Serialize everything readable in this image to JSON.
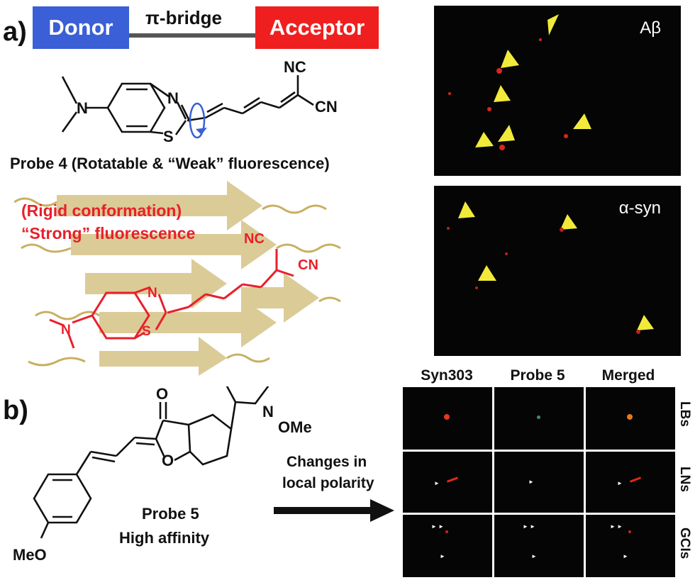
{
  "panel_a": {
    "label": "a)",
    "donor": "Donor",
    "bridge": "π-bridge",
    "acceptor": "Acceptor",
    "probe4_caption": "Probe 4 (Rotatable & “Weak” fluorescence)",
    "rigid_line1": "(Rigid conformation)",
    "rigid_line2": "“Strong” fluorescence",
    "nc": "NC",
    "cn": "CN",
    "n": "N",
    "s": "S",
    "img_abeta": "Aβ",
    "img_asyn": "α-syn",
    "colors": {
      "donor": "#3a5fd6",
      "acceptor": "#ef1f1f",
      "bridge_line": "#555555",
      "red_text": "#e8202a",
      "beta_sheet": "#c8b060",
      "arrowhead": "#f2ea3a"
    }
  },
  "panel_b": {
    "label": "b)",
    "ome_top": "OMe",
    "n": "N",
    "o": "O",
    "meo": "MeO",
    "probe5_name": "Probe 5",
    "probe5_desc": "High affinity",
    "arrow_line1": "Changes in",
    "arrow_line2": "local polarity",
    "columns": [
      "Syn303",
      "Probe 5",
      "Merged"
    ],
    "rows": [
      "LBs",
      "LNs",
      "GCIs"
    ]
  }
}
